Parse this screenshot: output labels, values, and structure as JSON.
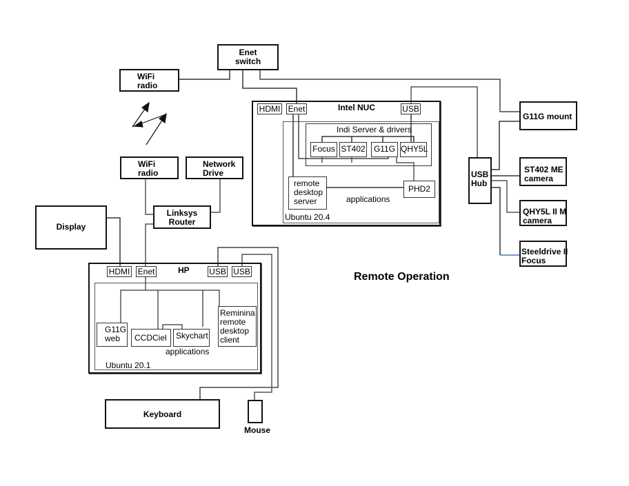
{
  "title": "Remote Operation",
  "network": {
    "enet_switch": "Enet\nswitch",
    "wifi_radio_top": "WiFi\nradio",
    "wifi_radio_bottom": "WiFi\nradio",
    "network_drive": "Network\nDrive",
    "router": "Linksys\nRouter"
  },
  "nuc": {
    "name": "Intel NUC",
    "ports": [
      "HDMI",
      "Enet",
      "USB"
    ],
    "os": "Ubuntu 20.4",
    "indi_label": "Indi Server & drivers",
    "drivers": [
      "Focus",
      "ST402",
      "G11G",
      "QHY5L"
    ],
    "remote_desktop_server": "remote\ndesktop\nserver",
    "phd2": "PHD2",
    "applications_label": "applications"
  },
  "usb_hub": "USB\nHub",
  "devices": {
    "mount": "G11G mount",
    "st402": "ST402 ME\ncamera",
    "qhy5l": "QHY5L II M\ncamera",
    "focuser": "Steeldrive II\nFocus"
  },
  "hp": {
    "name": "HP",
    "ports": [
      "HDMI",
      "Enet",
      "USB",
      "USB"
    ],
    "os": "Ubuntu 20.1",
    "apps": [
      "G11G\nweb",
      "CCDCiel",
      "Skychart",
      "Reminina\nremote\ndesktop\nclient"
    ],
    "applications_label": "applications"
  },
  "peripherals": {
    "display": "Display",
    "keyboard": "Keyboard",
    "mouse": "Mouse"
  },
  "colors": {
    "line_dark": "#111111",
    "line_gray": "#555555",
    "line_blue": "#4a74b8"
  }
}
